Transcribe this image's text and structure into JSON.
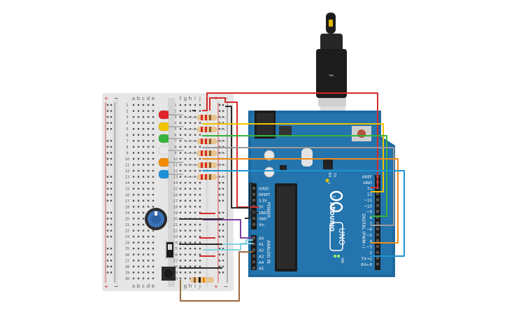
{
  "breadboard": {
    "rail_plus": "+",
    "rail_minus": "−",
    "col_left": [
      "a",
      "b",
      "c",
      "d",
      "e"
    ],
    "col_right": [
      "f",
      "g",
      "h",
      "i",
      "j"
    ],
    "row_numbers": [
      "1",
      "2",
      "3",
      "4",
      "5",
      "6",
      "7",
      "8",
      "9",
      "10",
      "11",
      "12",
      "13",
      "14",
      "15",
      "16",
      "17",
      "18",
      "19",
      "20",
      "21",
      "22",
      "23",
      "24",
      "25",
      "26",
      "27",
      "28",
      "29",
      "30"
    ]
  },
  "leds": [
    {
      "name": "red",
      "color": "#e0242b"
    },
    {
      "name": "yellow",
      "color": "#f2c200"
    },
    {
      "name": "green",
      "color": "#36b43c"
    },
    {
      "name": "white",
      "color": "#e8e8e8"
    },
    {
      "name": "orange",
      "color": "#f08a00"
    },
    {
      "name": "blue",
      "color": "#1f8fd6"
    }
  ],
  "arduino": {
    "logo_text": "ARDUINO",
    "model_text": "UNO",
    "power_header": [
      "IOREF",
      "RESET",
      "3.3V",
      "5V",
      "GND",
      "GND",
      "Vin"
    ],
    "power_title": "POWER",
    "analog_header": [
      "A0",
      "A1",
      "A2",
      "A3",
      "A4",
      "A5"
    ],
    "analog_title": "ANALOG IN",
    "digital_header": [
      "AREF",
      "GND",
      "13",
      "12",
      "~11",
      "~10",
      "~9",
      "8",
      "7",
      "~6",
      "~5",
      "4",
      "~3",
      "2",
      "TX→1",
      "RX←0"
    ],
    "digital_title": "DIGITAL (PWM~)",
    "tx_label": "TX",
    "rx_label": "RX",
    "l_label": "L",
    "on_label": "ON"
  },
  "wire_colors": {
    "red": "#d62a2a",
    "yellow": "#f2c200",
    "green": "#36b43c",
    "gray": "#9a9a9a",
    "orange": "#ef8a1a",
    "blue": "#1c94d1",
    "purple": "#7b3fa0",
    "cyan": "#7fd3dc",
    "black": "#2a2a2a",
    "brown": "#9a6a3c"
  }
}
